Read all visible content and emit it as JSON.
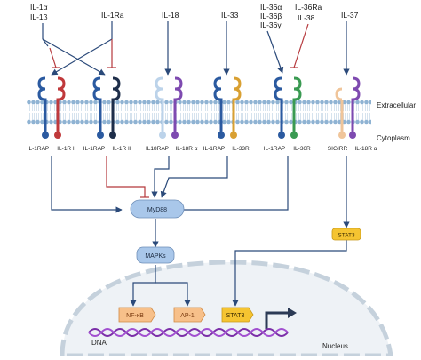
{
  "ligands": {
    "il1a": "IL-1α",
    "il1b": "IL-1β",
    "il1ra": "IL-1Ra",
    "il18": "IL-18",
    "il33": "IL-33",
    "il36a": "IL-36α",
    "il36b": "IL-36β",
    "il36g": "IL-36γ",
    "il36ra": "IL-36Ra",
    "il38": "IL-38",
    "il37": "IL-37"
  },
  "regions": {
    "extracellular": "Extracellular",
    "cytoplasm": "Cytoplasm",
    "nucleus": "Nucleus",
    "dna": "DNA"
  },
  "receptors": {
    "r1a": "IL-1RAP",
    "r1b": "IL-1R I",
    "r2a": "IL-1RAP",
    "r2b": "IL-1R II",
    "r3a": "IL18RAP",
    "r3b": "IL-18R α",
    "r4a": "IL-1RAP",
    "r4b": "IL-33R",
    "r5a": "IL-1RAP",
    "r5b": "IL-36R",
    "r6a": "SIGIRR",
    "r6b": "IL-18R α"
  },
  "nodes": {
    "myd88": "MyD88",
    "mapks": "MAPKs",
    "stat3": "STAT3",
    "nfkb": "NF-κB",
    "ap1": "AP-1",
    "stat3_nuc": "STAT3"
  },
  "colors": {
    "arrow": "#2b4a7a",
    "inhibit": "#b5373b",
    "membrane": "#7fa7c9",
    "node_blue": "#a9c7ea",
    "node_orange": "#f7c08a",
    "node_yellow": "#f5c431",
    "dna": "#7b2fa8"
  }
}
